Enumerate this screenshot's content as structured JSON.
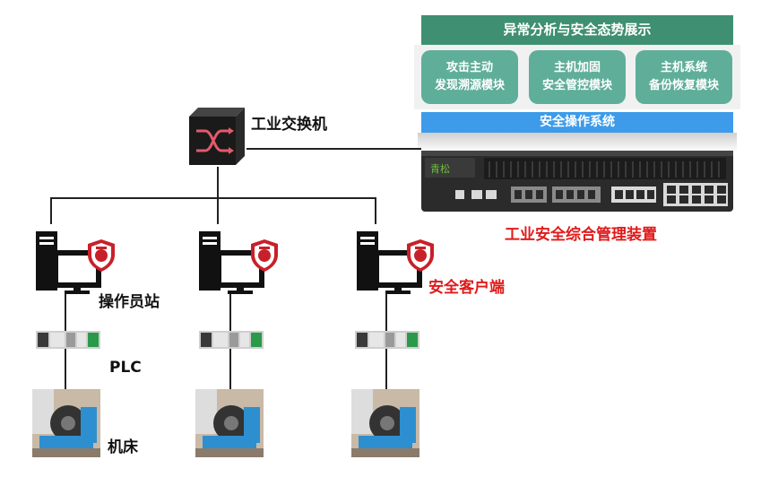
{
  "colors": {
    "stack_top": "#3f8f73",
    "module_bg": "#5fae9a",
    "os_bar": "#3d9be9",
    "accent_red": "#e01a1a",
    "switch_bg": "#1a1a1a"
  },
  "stack": {
    "top_banner": "异常分析与安全态势展示",
    "modules": [
      {
        "line1": "攻击主动",
        "line2": "发现溯源模块"
      },
      {
        "line1": "主机加固",
        "line2": "安全管控模块"
      },
      {
        "line1": "主机系统",
        "line2": "备份恢复模块"
      }
    ],
    "os_bar": "安全操作系统"
  },
  "device": {
    "label": "工业安全综合管理装置",
    "brand": "青松"
  },
  "switch": {
    "label": "工业交换机",
    "icon": "network-switch-icon"
  },
  "stations": {
    "operator_label": "操作员站",
    "security_client_label": "安全客户端",
    "plc_label": "PLC",
    "machine_label": "机床",
    "icons": [
      "workstation-icon",
      "shield-icon",
      "plc-icon",
      "machine-tool-icon"
    ]
  }
}
